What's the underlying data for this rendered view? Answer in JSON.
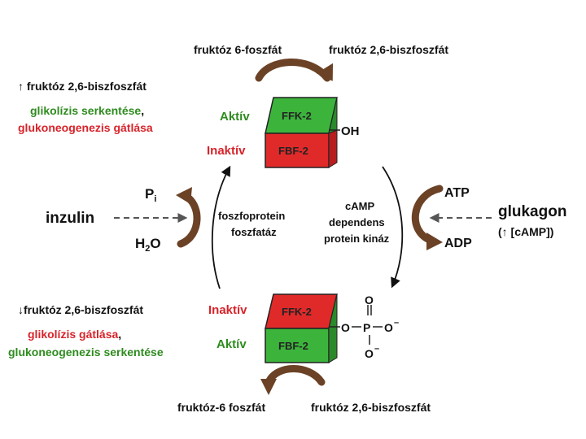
{
  "top": {
    "substrate": "fruktóz 6-foszfát",
    "product": "fruktóz 2,6-biszfoszfát",
    "effect_line": "↑ fruktóz 2,6-biszfoszfát",
    "effect_green": "glikolízis serkentése",
    "effect_comma": ",",
    "effect_red": "glukoneogenezis gátlása",
    "active_label": "Aktív",
    "inactive_label": "Inaktív",
    "box_ffk": "FFK-2",
    "box_fbf": "FBF-2",
    "oh": "OH"
  },
  "bottom": {
    "substrate": "fruktóz-6 foszfát",
    "product": "fruktóz 2,6-biszfoszfát",
    "effect_line": "↓fruktóz 2,6-biszfoszfát",
    "effect_red": "glikolízis gátlása",
    "effect_comma": ",",
    "effect_green": "glukoneogenezis serkentése",
    "inactive_label": "Inaktív",
    "active_label": "Aktív",
    "box_ffk": "FFK-2",
    "box_fbf": "FBF-2",
    "phosphate": {
      "o_link": "O",
      "p": "P",
      "o_top": "O",
      "o_right": "O",
      "o_bottom": "O",
      "minus": "–"
    }
  },
  "left": {
    "hormone": "inzulin",
    "pi": "P",
    "pi_sub": "i",
    "h2o_h": "H",
    "h2o_sub": "2",
    "h2o_o": "O",
    "enzyme_line1": "foszfoprotein",
    "enzyme_line2": "foszfatáz"
  },
  "right": {
    "hormone": "glukagon",
    "hormone_note": "(↑ [cAMP])",
    "atp": "ATP",
    "adp": "ADP",
    "enzyme_line1": "cAMP",
    "enzyme_line2": "dependens",
    "enzyme_line3": "protein kináz"
  },
  "colors": {
    "green_text": "#2e8b1e",
    "red_text": "#d8232a",
    "box_green": "#3cb43c",
    "box_red": "#e02a2a",
    "arrow_brown": "#6b4226"
  }
}
